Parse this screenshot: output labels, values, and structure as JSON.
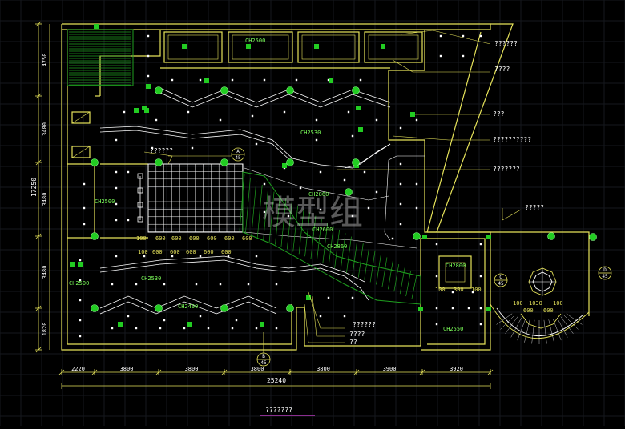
{
  "colors": {
    "background": "#000000",
    "grid": "#16181e",
    "wall": "#e6e35a",
    "ceiling_line": "#ffffff",
    "light_fixture": "#22cc22",
    "hatch": "#1fa01f",
    "dimension": "#e6e35a",
    "text": "#ffffff",
    "label_green": "#7cff5a",
    "accent": "#ff44ff"
  },
  "labels": {
    "ceiling_heights": [
      "CH2500",
      "CH2530",
      "CH2860",
      "CH2860",
      "CH2500",
      "CH2500",
      "CH2530",
      "CH2400",
      "CH2800",
      "CH2550",
      "CH2600"
    ],
    "callouts": [
      "??????",
      "????",
      "???",
      "??????????",
      "???????",
      "?????",
      "??????",
      "??????",
      "????",
      "??"
    ],
    "section_marks": [
      {
        "letter": "A",
        "sheet": "45"
      },
      {
        "letter": "B",
        "sheet": "45"
      },
      {
        "letter": "C",
        "sheet": "45"
      },
      {
        "letter": "D",
        "sheet": "45"
      }
    ],
    "inner_dims": [
      "100",
      "600",
      "600",
      "600",
      "600",
      "600",
      "600",
      "100",
      "600",
      "600",
      "600",
      "600",
      "600"
    ],
    "small_dims": [
      "100",
      "300",
      "100",
      "100",
      "1030",
      "100",
      "600",
      "600"
    ]
  },
  "dimensions": {
    "bottom": [
      "2220",
      "3800",
      "3800",
      "3800",
      "3800",
      "3900",
      "3920"
    ],
    "bottom_total": "25240",
    "left": [
      "4750",
      "3480",
      "3480",
      "3480",
      "1820"
    ],
    "left_total": "17250"
  },
  "watermark": "模型组",
  "drawing_title": "???????"
}
